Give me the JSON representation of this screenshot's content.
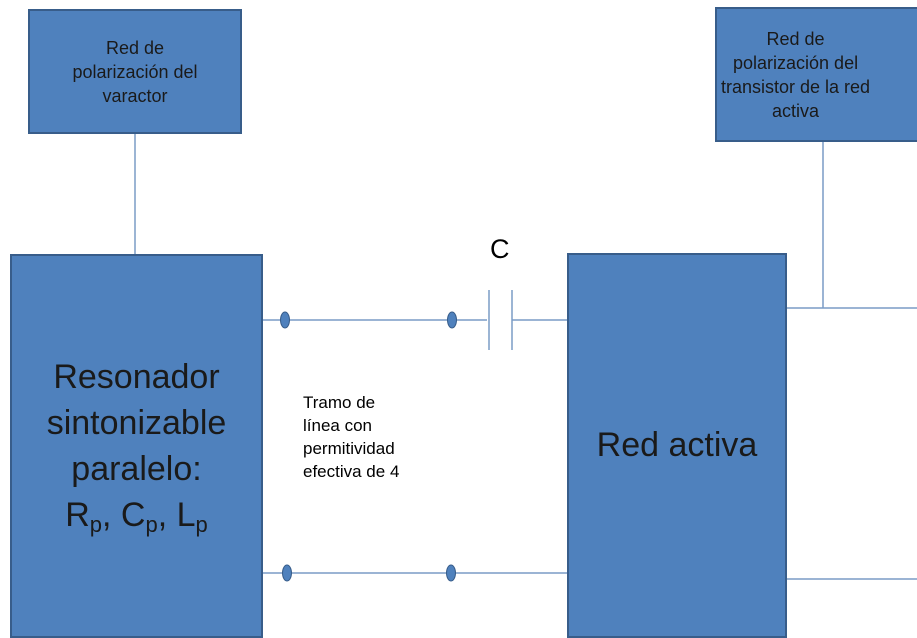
{
  "bias_varactor": {
    "lines": [
      "Red de",
      "polarización del",
      "varactor"
    ]
  },
  "bias_transistor": {
    "lines": [
      "Red de",
      "polarización del",
      "transistor de la red",
      "activa"
    ]
  },
  "resonator": {
    "lines": [
      "Resonador",
      "sintonizable",
      "paralelo:"
    ],
    "components": {
      "r": "R",
      "r_sub": "p",
      "c": "C",
      "c_sub": "p",
      "l": "L",
      "l_sub": "p",
      "sep": ", "
    }
  },
  "active_network": {
    "label": "Red activa"
  },
  "capacitor": {
    "label": "C"
  },
  "transmission_line": {
    "lines": [
      "Tramo de",
      "línea con",
      "permitividad",
      "efectiva de 4"
    ]
  },
  "colors": {
    "block_fill": "#4f81bd",
    "block_border": "#385d8a",
    "wire": "#7a9cc6",
    "node": "#4f81bd"
  }
}
